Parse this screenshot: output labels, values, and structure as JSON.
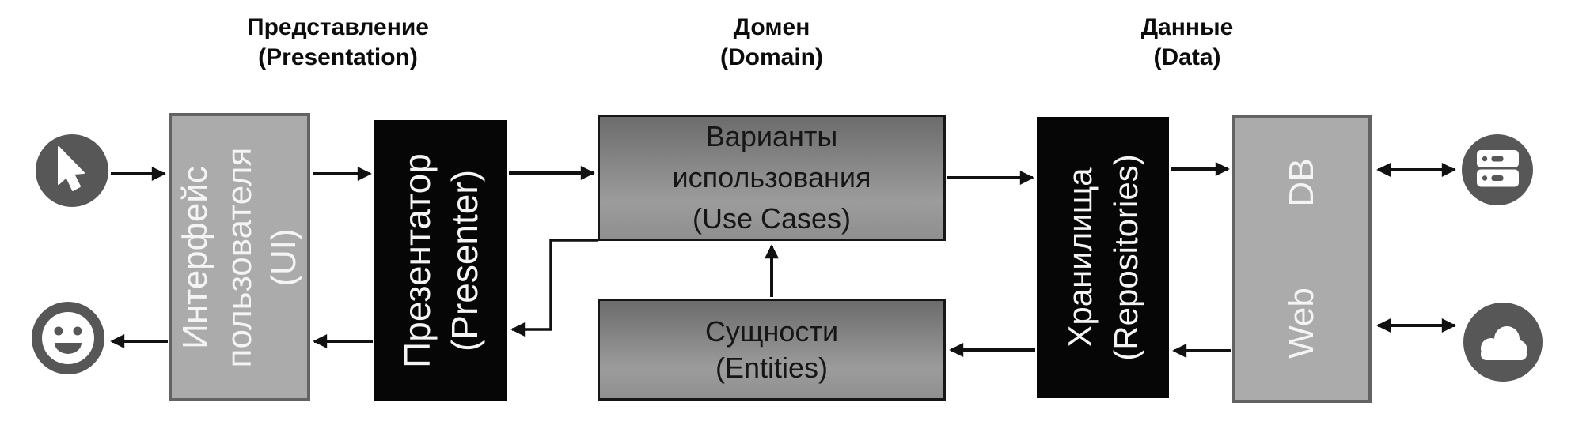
{
  "headers": {
    "presentation": {
      "ru": "Представление",
      "en": "(Presentation)"
    },
    "domain": {
      "ru": "Домен",
      "en": "(Domain)"
    },
    "data": {
      "ru": "Данные",
      "en": "(Data)"
    }
  },
  "boxes": {
    "ui": {
      "lines": [
        "Интерфейс",
        "пользователя",
        "(UI)"
      ]
    },
    "presenter": {
      "lines": [
        "Презентатор",
        "(Presenter)"
      ]
    },
    "use_cases": {
      "lines": [
        "Варианты",
        "использования",
        "(Use Cases)"
      ]
    },
    "entities": {
      "lines": [
        "Сущности",
        "(Entities)"
      ]
    },
    "repositories": {
      "lines": [
        "Хранилища",
        "(Repositories)"
      ]
    },
    "data_sources": {
      "db": "DB",
      "web": "Web"
    }
  },
  "icons": {
    "cursor": "cursor-icon",
    "smiley": "smiley-icon",
    "server": "server-icon",
    "cloud": "cloud-icon"
  },
  "colors": {
    "box_gray": "#ababab",
    "box_gray_border": "#636363",
    "box_black": "#060606",
    "domain_top": "#6c6c6c",
    "domain_mid": "#9c9c9c",
    "domain_bottom": "#8f8f8f",
    "domain_border": "#161616",
    "icon_gray": "#575757",
    "arrow_black": "#111111",
    "text_on_dark": "#f4f4f4",
    "text_black": "#161616"
  }
}
